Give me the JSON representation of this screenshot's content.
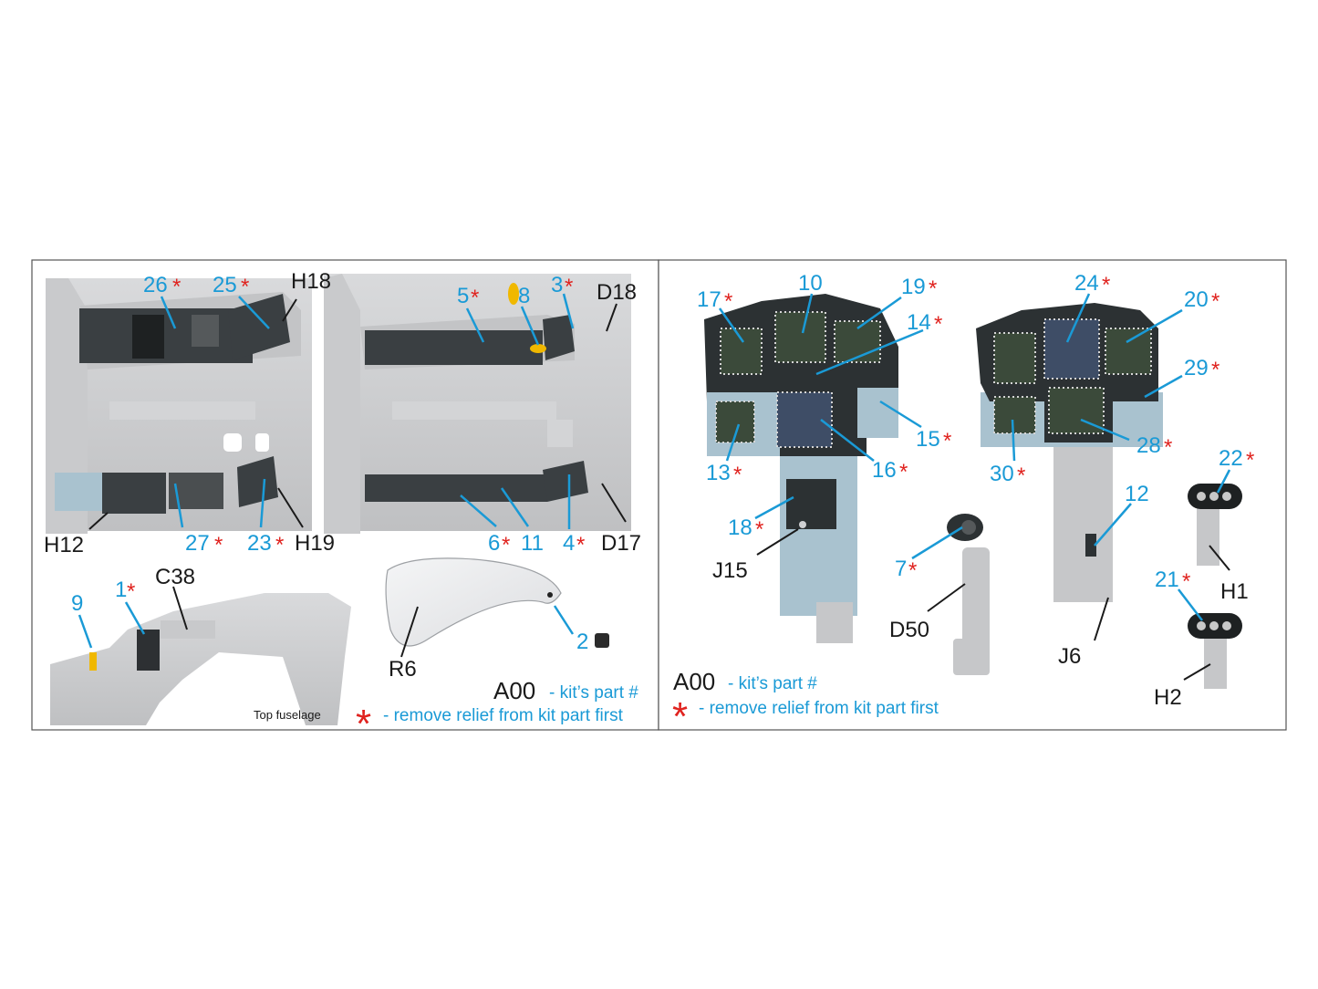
{
  "left_panel": {
    "callouts_top_left": {
      "n26": "26",
      "n25": "25",
      "h18": "H18"
    },
    "callouts_top_right": {
      "n5": "5",
      "n8": "8",
      "n3": "3",
      "d18": "D18"
    },
    "callouts_mid_left": {
      "h12": "H12",
      "n27": "27",
      "n23": "23",
      "h19": "H19"
    },
    "callouts_mid_right": {
      "n6": "6",
      "n11": "11",
      "n4": "4",
      "d17": "D17"
    },
    "callouts_bottom_left": {
      "n9": "9",
      "n1": "1",
      "c38": "C38",
      "top_fuselage": "Top fuselage"
    },
    "callouts_canopy": {
      "r6": "R6",
      "n2": "2"
    },
    "legend": {
      "part_code": "A00",
      "part_text": "- kit’s part #",
      "star_text": "- remove relief from kit part first"
    }
  },
  "right_panel": {
    "callouts_panel1": {
      "n17": "17",
      "n10": "10",
      "n19": "19",
      "n14": "14",
      "n15": "15",
      "n16": "16",
      "n13": "13",
      "n18": "18",
      "j15": "J15"
    },
    "callouts_panel2": {
      "n24": "24",
      "n20": "20",
      "n29": "29",
      "n28": "28",
      "n30": "30",
      "n12": "12",
      "j6": "J6"
    },
    "callouts_small": {
      "n7": "7",
      "d50": "D50",
      "n22": "22",
      "h1": "H1",
      "n21": "21",
      "h2": "H2"
    },
    "legend": {
      "part_code": "A00",
      "part_text": "- kit’s part #",
      "star_text": "- remove relief from kit part first"
    }
  },
  "star_symbol": "*",
  "colors": {
    "callout_blue": "#1a9ad6",
    "star_red": "#e0231f",
    "text_black": "#1a1a1a",
    "part_grey": "#c7c8ca",
    "panel_dark": "#2c3133",
    "screen_green": "#3b4a3a"
  }
}
